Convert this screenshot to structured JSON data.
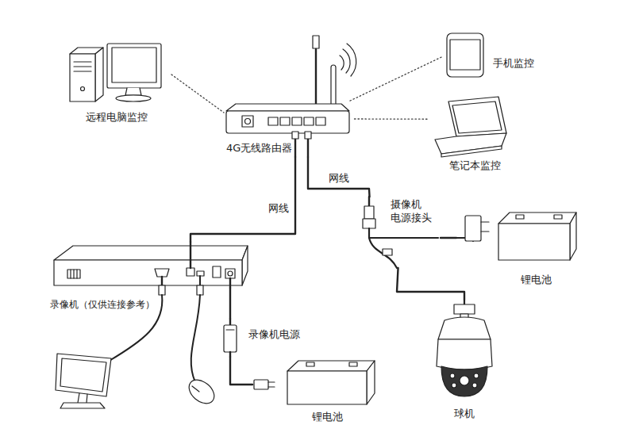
{
  "diagram": {
    "nodes": [
      {
        "text": [
          "远程电脑监控"
        ]
      },
      {
        "text": [
          "4G无线路由器"
        ]
      },
      {
        "text": [
          "手机监控"
        ]
      },
      {
        "text": [
          "笔记本监控"
        ]
      },
      {
        "text": [
          "录像机（仅供连接参考）"
        ]
      },
      {
        "text": [
          "摄像机 电源接头"
        ]
      },
      {
        "text": [
          "锂电池"
        ]
      },
      {
        "text": [
          "球机"
        ]
      },
      {
        "text": [
          "录像机电源"
        ]
      },
      {
        "text": [
          "锂电池"
        ]
      }
    ],
    "edges": [
      {
        "from": 0,
        "to": 1,
        "arrow": "none"
      },
      {
        "from": 2,
        "to": 1,
        "arrow": "none"
      },
      {
        "from": 3,
        "to": 1,
        "arrow": "none"
      },
      {
        "from": 1,
        "to": 4,
        "label": "网线",
        "arrow": "none"
      },
      {
        "from": 1,
        "to": 5,
        "label": "网线",
        "arrow": "none"
      },
      {
        "from": 5,
        "to": 6,
        "arrow": "none"
      },
      {
        "from": 5,
        "to": 7,
        "arrow": "none"
      },
      {
        "from": 4,
        "to": 8,
        "arrow": "none"
      },
      {
        "from": 8,
        "to": 9,
        "arrow": "none"
      }
    ]
  }
}
